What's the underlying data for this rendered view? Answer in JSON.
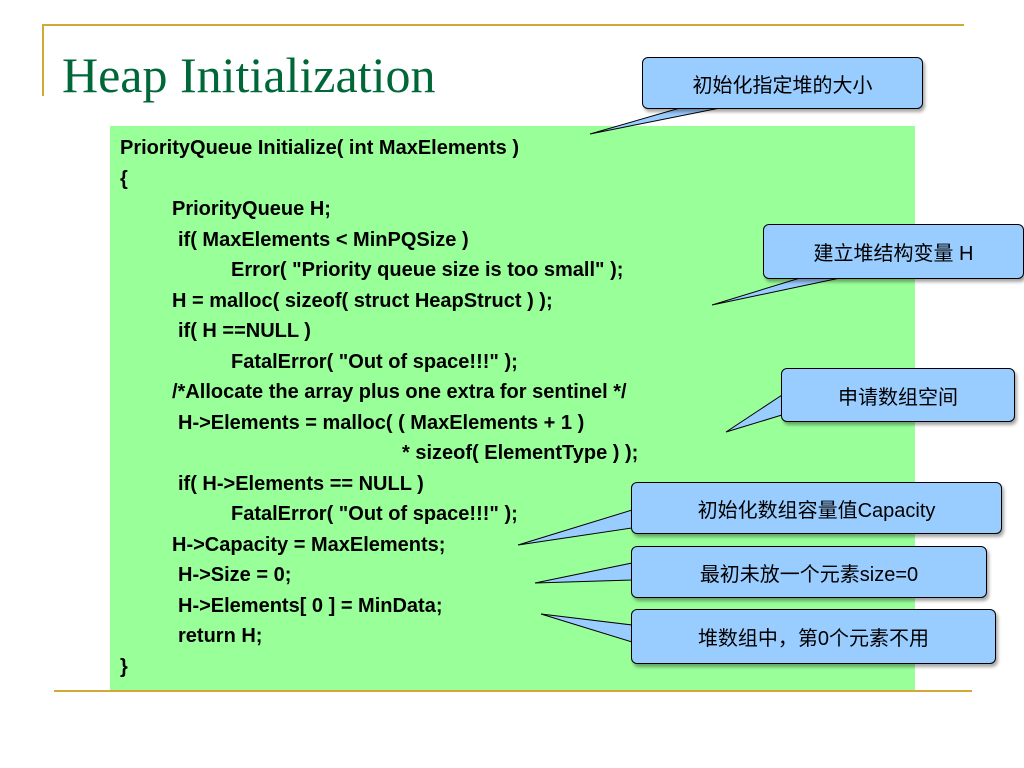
{
  "slide": {
    "title": "Heap Initialization",
    "code_lines": [
      "PriorityQueue Initialize( int MaxElements )",
      "{",
      "PriorityQueue H;",
      "if( MaxElements < MinPQSize )",
      "Error( \"Priority queue size is too small\" );",
      "H = malloc( sizeof( struct HeapStruct ) );",
      "if( H ==NULL )",
      "FatalError( \"Out of space!!!\" );",
      "/*Allocate the array plus one extra for sentinel */",
      "H->Elements = malloc( ( MaxElements + 1 )",
      "* sizeof( ElementType ) );",
      "if( H->Elements == NULL )",
      "FatalError( \"Out of space!!!\" );",
      "H->Capacity = MaxElements;",
      "H->Size = 0;",
      "H->Elements[ 0 ] = MinData;",
      "return H;",
      "}"
    ],
    "callouts": [
      "初始化指定堆的大小",
      "建立堆结构变量 H",
      "申请数组空间",
      "初始化数组容量值Capacity",
      "最初未放一个元素size=0",
      "堆数组中，第0个元素不用"
    ]
  },
  "colors": {
    "title": "#006838",
    "code_background": "#99ff99",
    "callout_fill": "#99ccff",
    "rule": "#d4a838"
  }
}
